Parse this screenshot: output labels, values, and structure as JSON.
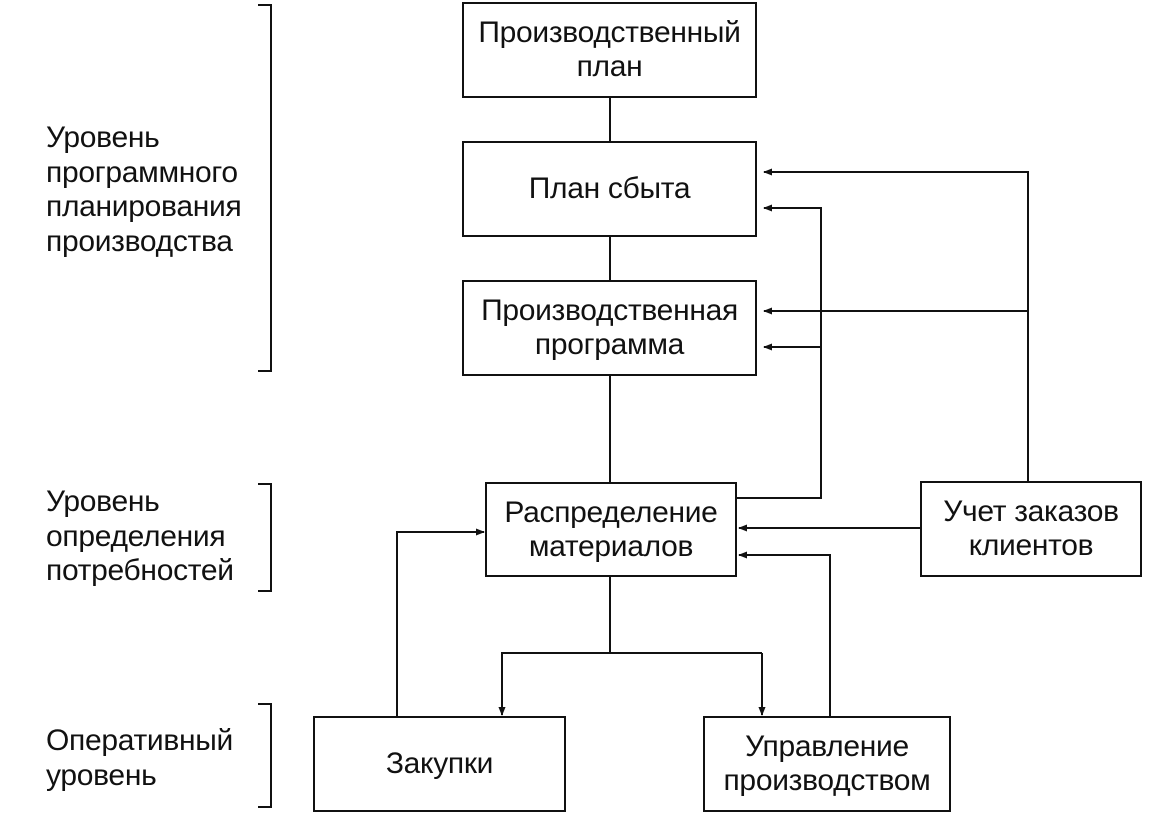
{
  "levels": {
    "program_planning": "Уровень\nпрограммного\nпланирования\nпроизводства",
    "needs_determination": "Уровень\nопределения\nпотребностей",
    "operational": "Оперативный\nуровень"
  },
  "boxes": {
    "production_plan": "Производственный\nплан",
    "sales_plan": "План сбыта",
    "production_program": "Производственная\nпрограмма",
    "material_distribution": "Распределение\nматериалов",
    "customer_orders": "Учет заказов\nклиентов",
    "purchasing": "Закупки",
    "production_management": "Управление\nпроизводством"
  }
}
